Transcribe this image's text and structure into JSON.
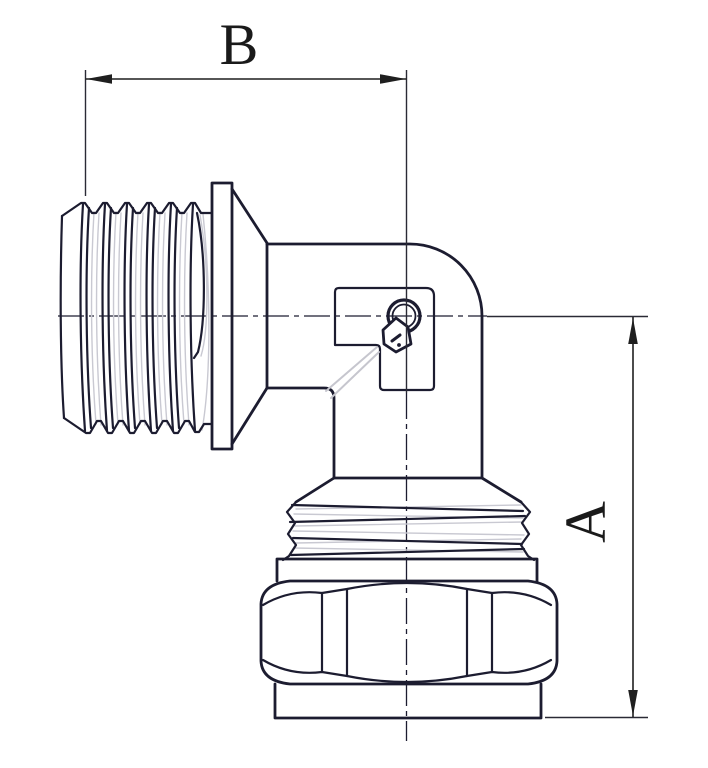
{
  "drawing": {
    "kind": "technical-line-drawing",
    "subject": "90-degree elbow fitting, male thread to compression nut",
    "dim_b_label": "B",
    "dim_a_label": "A",
    "logo_mark": "manufacturer-emblem",
    "colors": {
      "outline": "#1c1c30",
      "dimension": "#1f1f1f",
      "thread_shading": "#c9c9d2",
      "leader": "#c6c6ce",
      "background": "#ffffff"
    }
  }
}
